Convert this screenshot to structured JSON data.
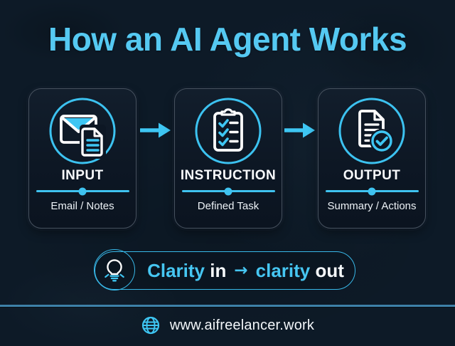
{
  "title": "How an AI Agent Works",
  "cards": [
    {
      "label": "INPUT",
      "sublabel": "Email / Notes",
      "icon": "email-notes-icon"
    },
    {
      "label": "INSTRUCTION",
      "sublabel": "Defined Task",
      "icon": "clipboard-checklist-icon"
    },
    {
      "label": "OUTPUT",
      "sublabel": "Summary / Actions",
      "icon": "document-check-icon"
    }
  ],
  "flow": {
    "arrow_icon": "arrow-right-icon"
  },
  "tagline": {
    "icon": "lightbulb-icon",
    "part1_accent": "Clarity",
    "part2": " in",
    "arrow": "→",
    "part3_accent": "clarity",
    "part4": " out"
  },
  "footer": {
    "icon": "globe-icon",
    "website": "www.aifreelancer.work"
  },
  "colors": {
    "background": "#0d1a27",
    "accent_cyan": "#45c6f2",
    "title_cyan": "#55c9f2",
    "card_border": "#46515e",
    "footer_line": "#3e81a8",
    "text_white": "#f5f8fa"
  }
}
